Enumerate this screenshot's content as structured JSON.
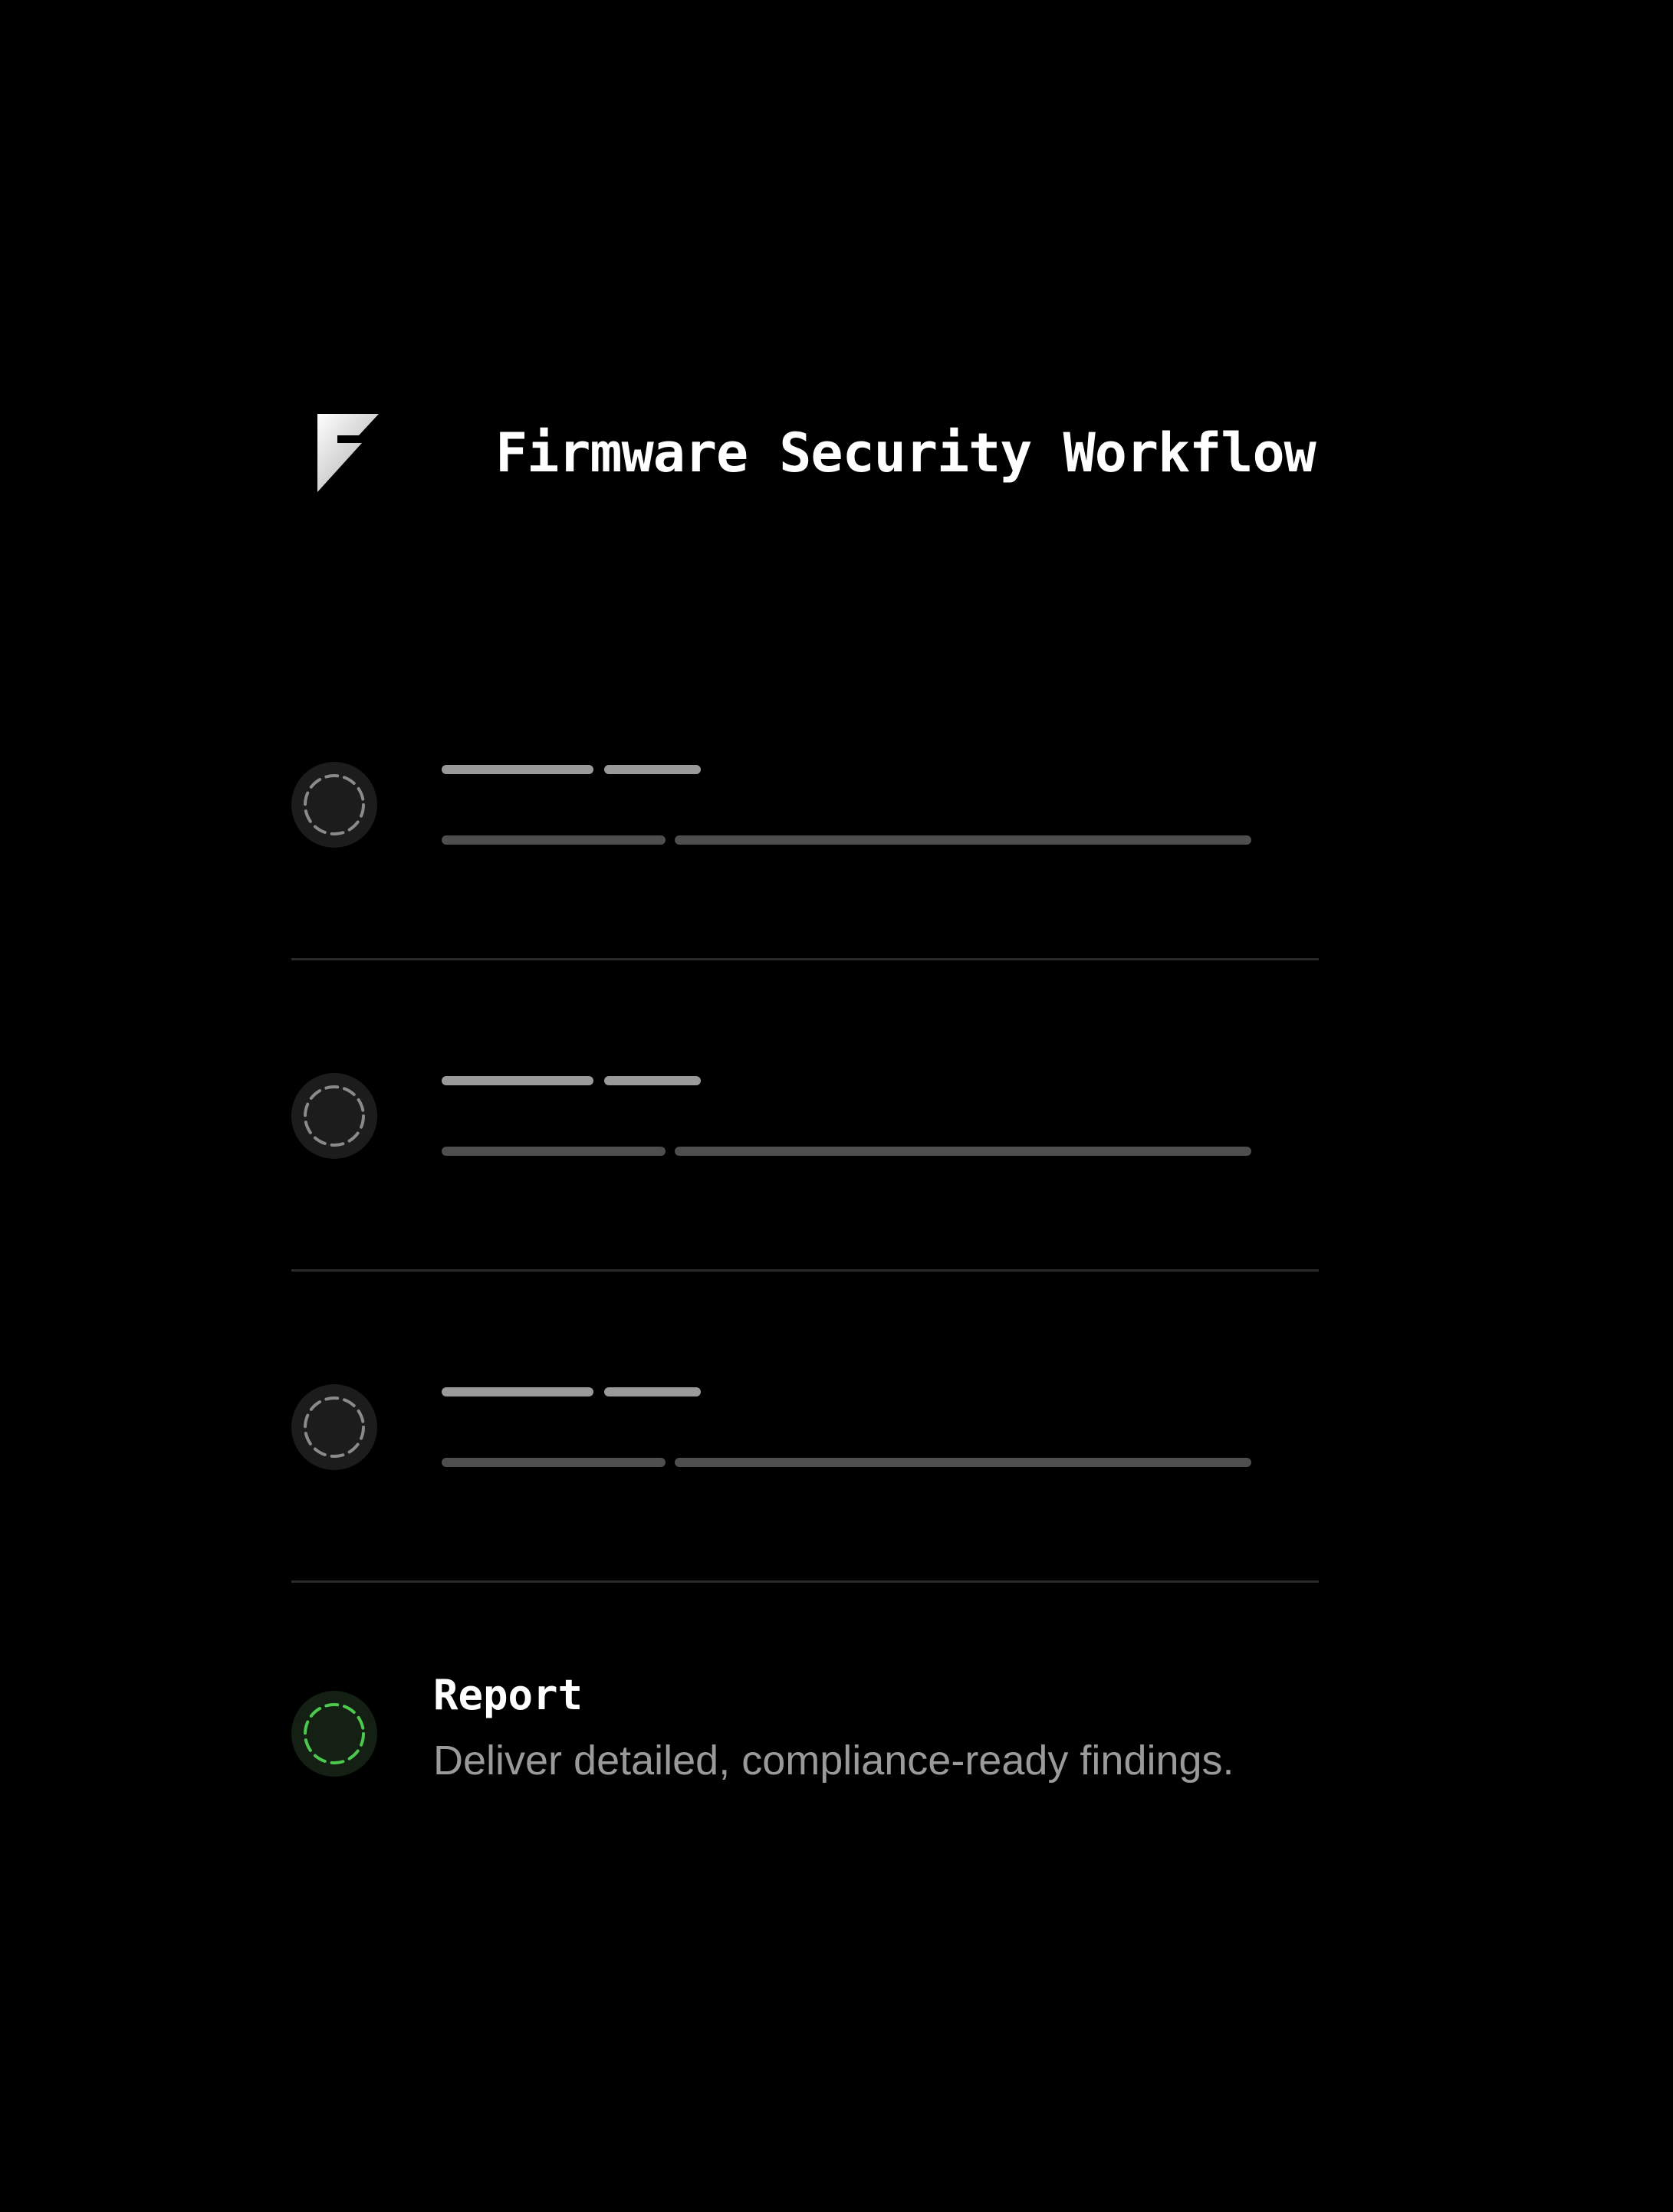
{
  "header": {
    "title": "Firmware Security Workflow",
    "logo_icon": "lightning-bolt-logo"
  },
  "steps": [
    {
      "state": "pending",
      "icon": "dashed-circle-icon"
    },
    {
      "state": "pending",
      "icon": "dashed-circle-icon"
    },
    {
      "state": "pending",
      "icon": "dashed-circle-icon"
    },
    {
      "state": "active",
      "icon": "dashed-circle-icon",
      "title": "Report",
      "description": "Deliver detailed, compliance-ready findings."
    }
  ],
  "colors": {
    "background": "#000000",
    "pending_ring": "#8a8a8a",
    "active_ring": "#4cc94c",
    "placeholder_light": "#9a9a9a",
    "placeholder_dark": "#4e4e4e",
    "divider": "#2a2a2a"
  }
}
